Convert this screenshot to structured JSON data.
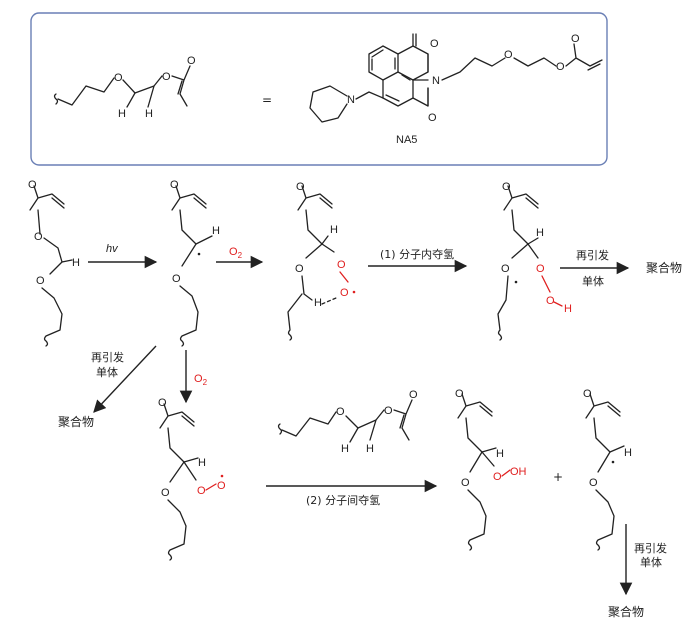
{
  "legend_box": {
    "equals": "=",
    "compound_name": "NA5",
    "atoms": {
      "O": "O",
      "N": "N",
      "H": "H"
    }
  },
  "steps": {
    "hv": "hv",
    "o2": "O",
    "o2_sub": "2",
    "intramolecular": "(1) 分子内夺氢",
    "intermolecular": "(2) 分子间夺氢",
    "reinitiate_line1": "再引发",
    "reinitiate_line2": "单体",
    "polymer": "聚合物",
    "plus": "+"
  },
  "colors": {
    "box_border": "#6a7fb5",
    "radical_red": "#e02020",
    "ink": "#222222"
  }
}
